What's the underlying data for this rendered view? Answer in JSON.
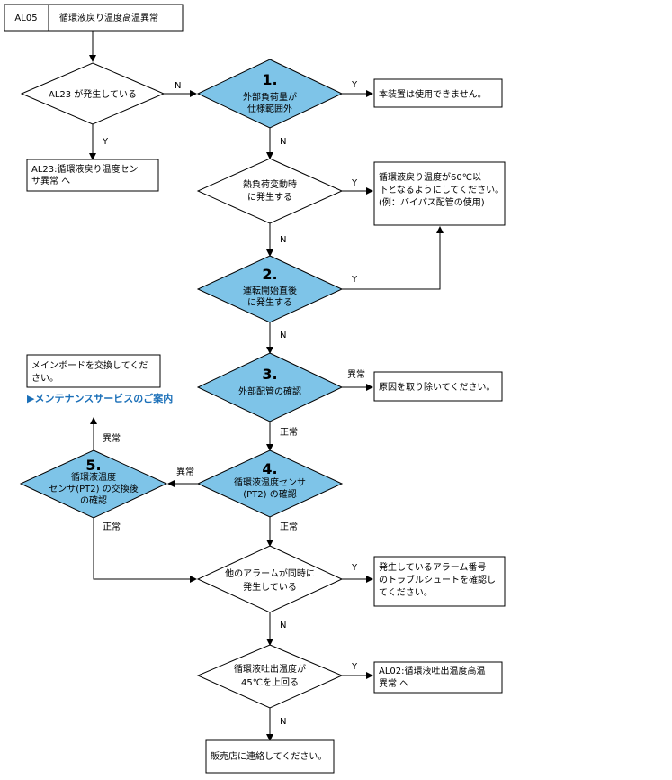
{
  "header": {
    "code": "AL05",
    "title": "循環液戻り温度高温異常"
  },
  "decisions": {
    "d_al23": [
      "AL23 が発生している"
    ],
    "d1": {
      "num": "1.",
      "lines": [
        "外部負荷量が",
        "仕様範囲外"
      ]
    },
    "d_heat": [
      "熱負荷変動時",
      "に発生する"
    ],
    "d2": {
      "num": "2.",
      "lines": [
        "運転開始直後",
        "に発生する"
      ]
    },
    "d3": {
      "num": "3.",
      "lines": [
        "外部配管の確認"
      ]
    },
    "d4": {
      "num": "4.",
      "lines": [
        "循環液温度センサ",
        "(PT2) の確認"
      ]
    },
    "d5": {
      "num": "5.",
      "lines": [
        "循環液温度",
        "センサ(PT2) の交換後",
        "の確認"
      ]
    },
    "d_other": [
      "他のアラームが同時に",
      "発生している"
    ],
    "d_temp": [
      "循環液吐出温度が",
      "45℃を上回る"
    ]
  },
  "boxes": {
    "b_al23": [
      "AL23:循環液戻り温度セン",
      "サ異常 へ"
    ],
    "b_nouse": [
      "本装置は使用できません。"
    ],
    "b_60": [
      "循環液戻り温度が60℃以",
      "下となるようにしてください。",
      "(例：バイパス配管の使用)"
    ],
    "b_cause": [
      "原因を取り除いてください。"
    ],
    "b_mainboard": [
      "メインボードを交換してくだ",
      "さい。"
    ],
    "b_trouble": [
      "発生しているアラーム番号",
      "のトラブルシュートを確認し",
      "てください。"
    ],
    "b_al02": [
      "AL02:循環液吐出温度高温",
      "異常 へ"
    ],
    "b_dealer": [
      "販売店に連絡してください。"
    ]
  },
  "link": "▶メンテナンスサービスのご案内",
  "labels": {
    "y": "Y",
    "n": "N",
    "abnormal": "異常",
    "normal": "正常"
  },
  "colors": {
    "highlight": "#7ec4e8",
    "line": "#000000",
    "link": "#1a6fb8"
  }
}
